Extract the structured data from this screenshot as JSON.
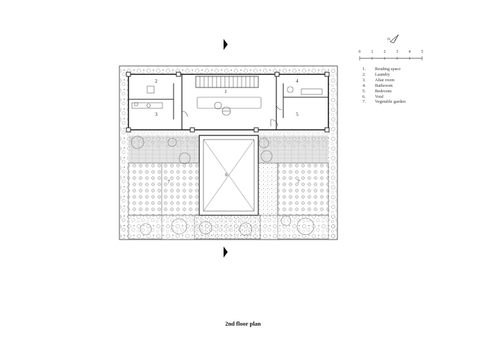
{
  "legend": {
    "items": [
      {
        "num": "1.",
        "label": "Reading space"
      },
      {
        "num": "2.",
        "label": "Laundry"
      },
      {
        "num": "3.",
        "label": "Altar room"
      },
      {
        "num": "4.",
        "label": "Bathroom"
      },
      {
        "num": "5.",
        "label": "Bedroom"
      },
      {
        "num": "6.",
        "label": "Void"
      },
      {
        "num": "7.",
        "label": "Vegetable garden"
      }
    ]
  },
  "scale_bar": {
    "ticks": [
      "0",
      "1",
      "2",
      "3",
      "4",
      "5"
    ]
  },
  "north": {
    "label": "N",
    "icon": "north-arrow-icon"
  },
  "rooms": {
    "reading_space": "1",
    "laundry": "2",
    "altar_room": "3",
    "bathroom": "4",
    "bedroom": "5",
    "void": "6",
    "garden_left": "7",
    "garden_right": "7"
  },
  "caption": "2nd floor plan",
  "colors": {
    "line": "#333333",
    "foliage": "#8a8a8a",
    "paving": "#d9d9d9"
  }
}
